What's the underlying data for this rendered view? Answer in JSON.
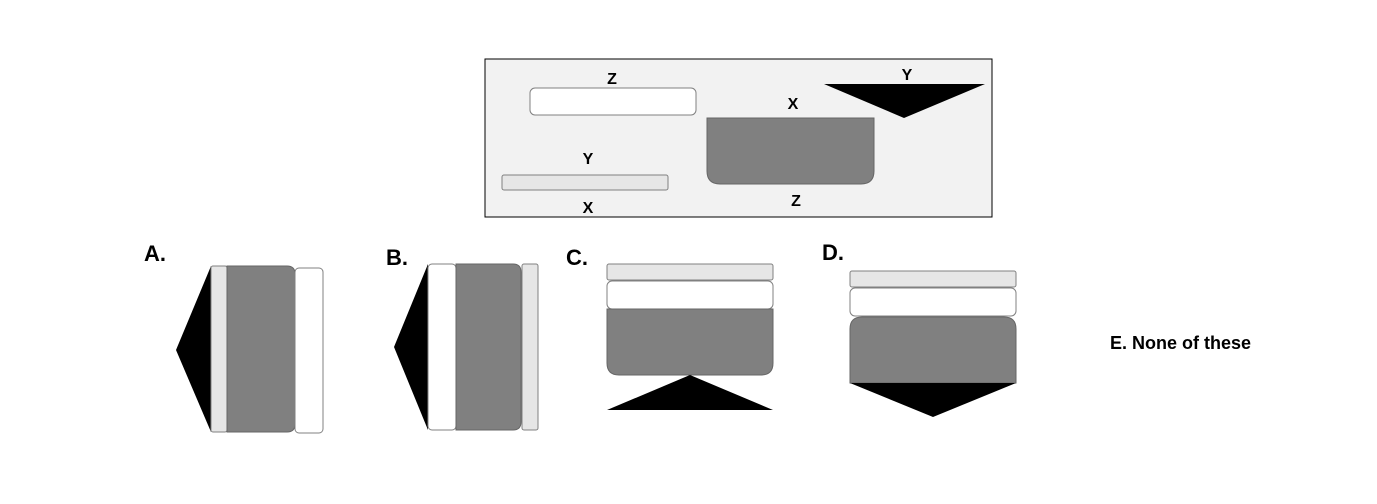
{
  "question_panel": {
    "pieces": {
      "white_bar": {
        "label_top": "Z"
      },
      "grey_block": {
        "label_top": "X",
        "label_bottom": "Z"
      },
      "triangle": {
        "label_top": "Y"
      },
      "thin_bar": {
        "label_top": "Y",
        "label_bottom": "X"
      }
    }
  },
  "options": [
    {
      "letter": "A."
    },
    {
      "letter": "B."
    },
    {
      "letter": "C."
    },
    {
      "letter": "D."
    }
  ],
  "option_e": "E. None of these",
  "colors": {
    "panel_bg": "#f2f2f2",
    "panel_border": "#000000",
    "dark_grey": "#808080",
    "light_grey": "#e6e6e6",
    "white": "#ffffff",
    "black": "#000000"
  }
}
